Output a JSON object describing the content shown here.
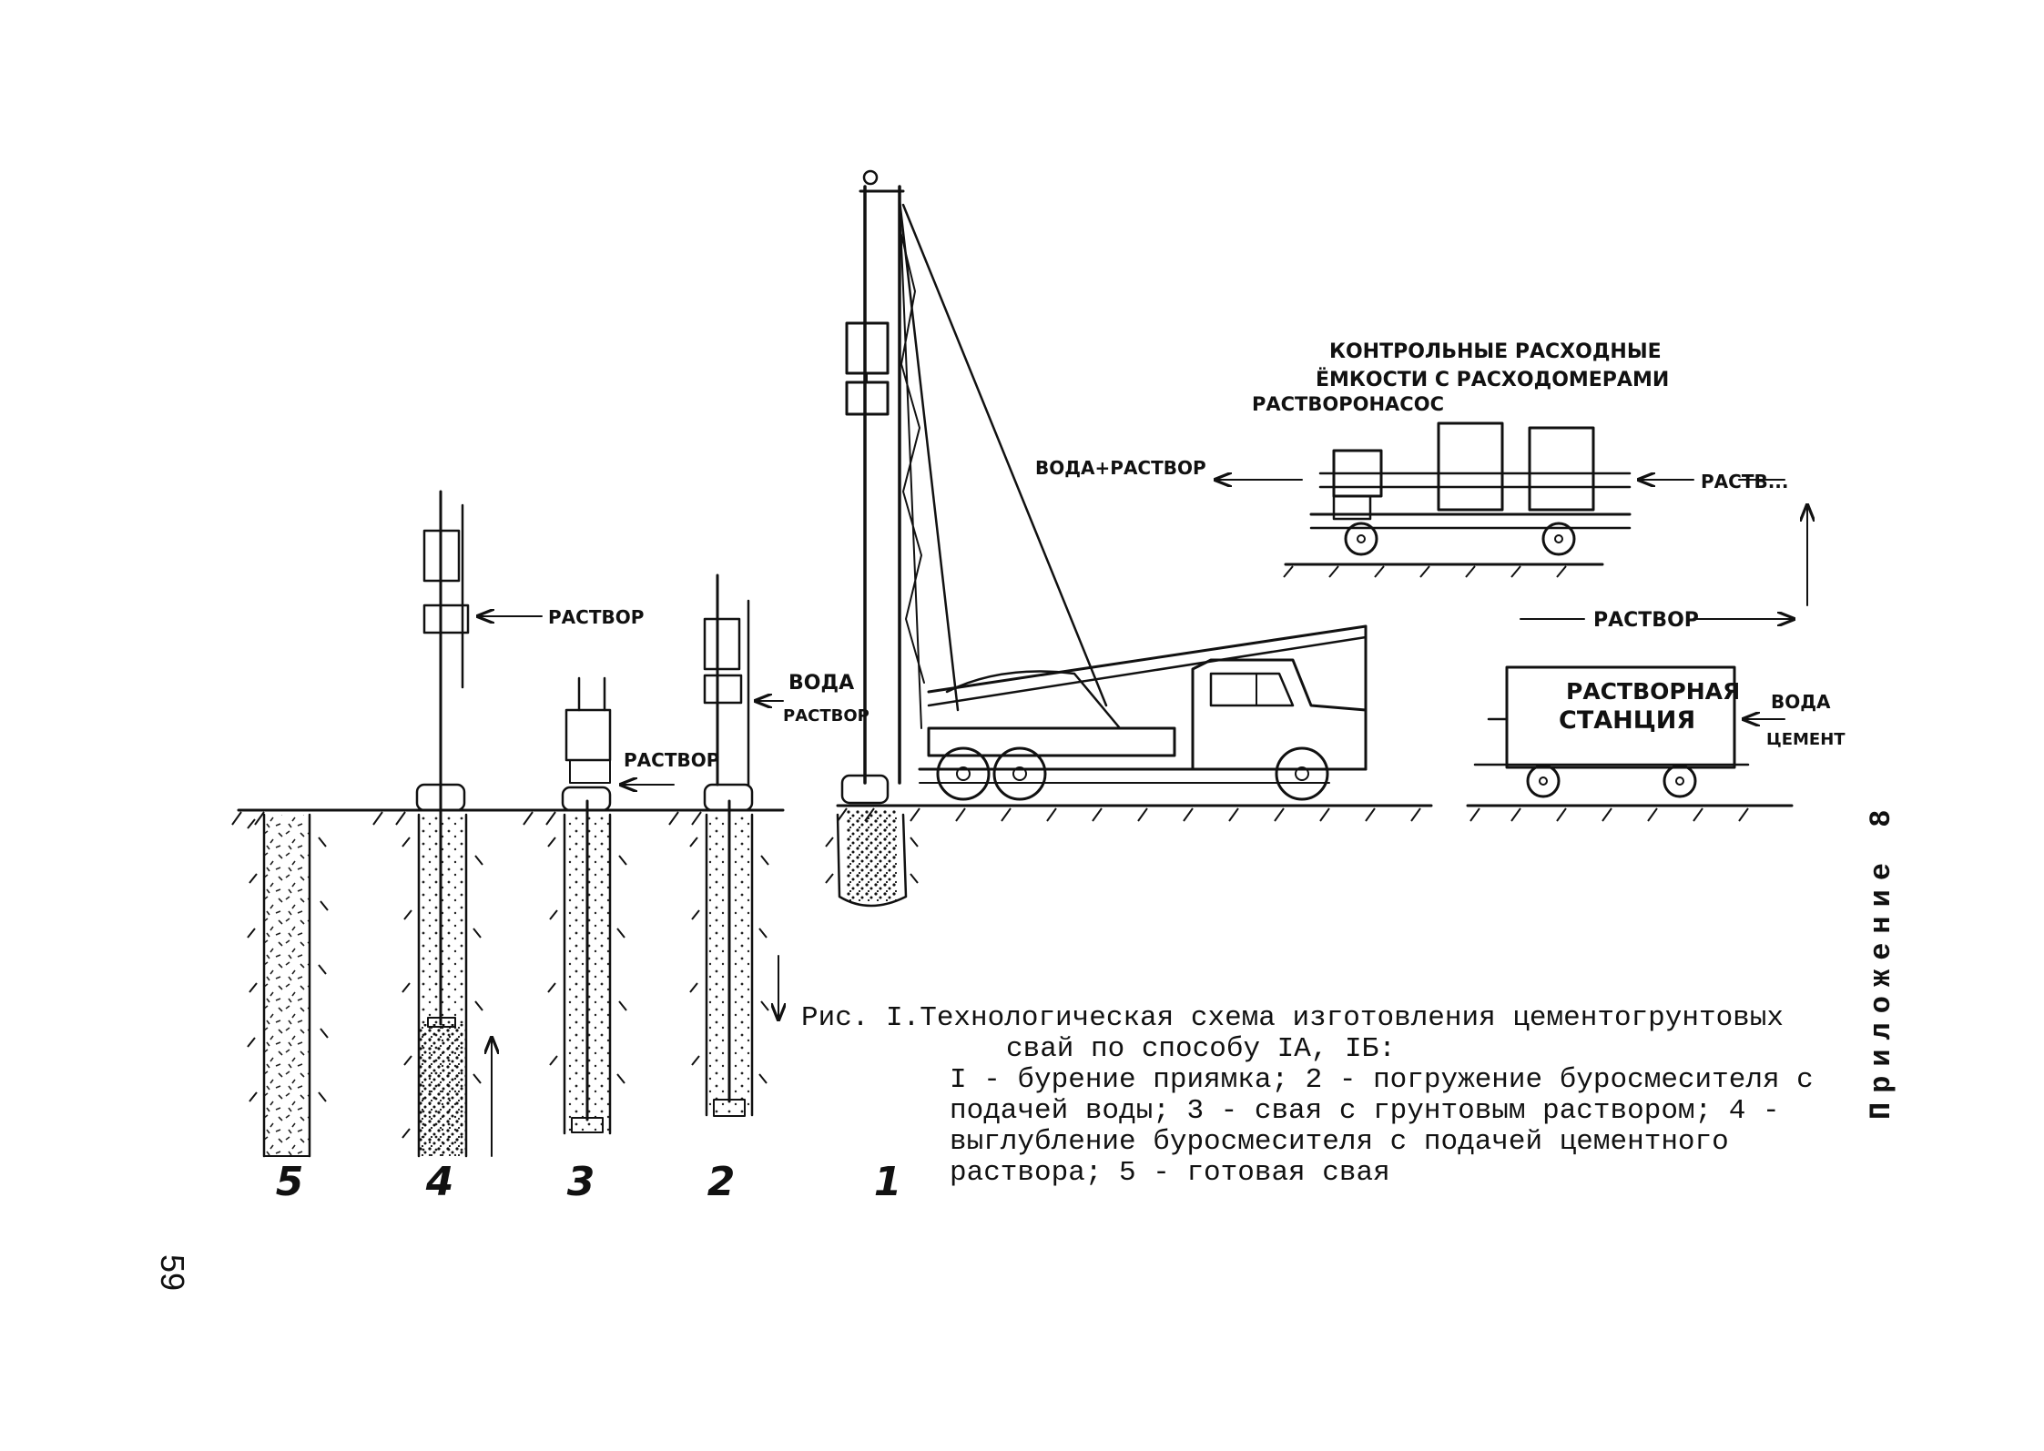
{
  "labels": {
    "control_tanks_line1": "КОНТРОЛЬНЫЕ РАСХОДНЫЕ",
    "control_tanks_line2": "ЁМКОСТИ С РАСХОДОМЕРАМИ",
    "mortar_pump": "РАСТВОРОНАСОС",
    "water_plus_mortar": "ВОДА+РАСТВОР",
    "mortar_right": "РАСТВ...",
    "mortar_middle": "РАСТВОР",
    "mortar_station_line1": "РАСТВОРНАЯ",
    "mortar_station_line2": "СТАНЦИЯ",
    "water_in": "ВОДА",
    "cement_in": "ЦЕМЕНТ",
    "pile4_mortar": "РАСТВОР",
    "pile3_mortar": "РАСТВОР",
    "pile2_water": "ВОДА",
    "pile2_mortar": "РАСТВОР"
  },
  "pile_numbers": [
    "5",
    "4",
    "3",
    "2",
    "1"
  ],
  "caption": {
    "title_line1": "Рис. I.Технологическая схема изготовления цементогрунтовых",
    "title_line2": "свай по способу IА, IБ:",
    "legend": "I - бурение приямка; 2 - погружение буросмесителя с подачей воды; 3 - свая с грунтовым раствором; 4 - выглубление буросмесителя с подачей цементного раствора; 5 - готовая свая"
  },
  "side_label": "Приложение 8",
  "page_number": "59"
}
